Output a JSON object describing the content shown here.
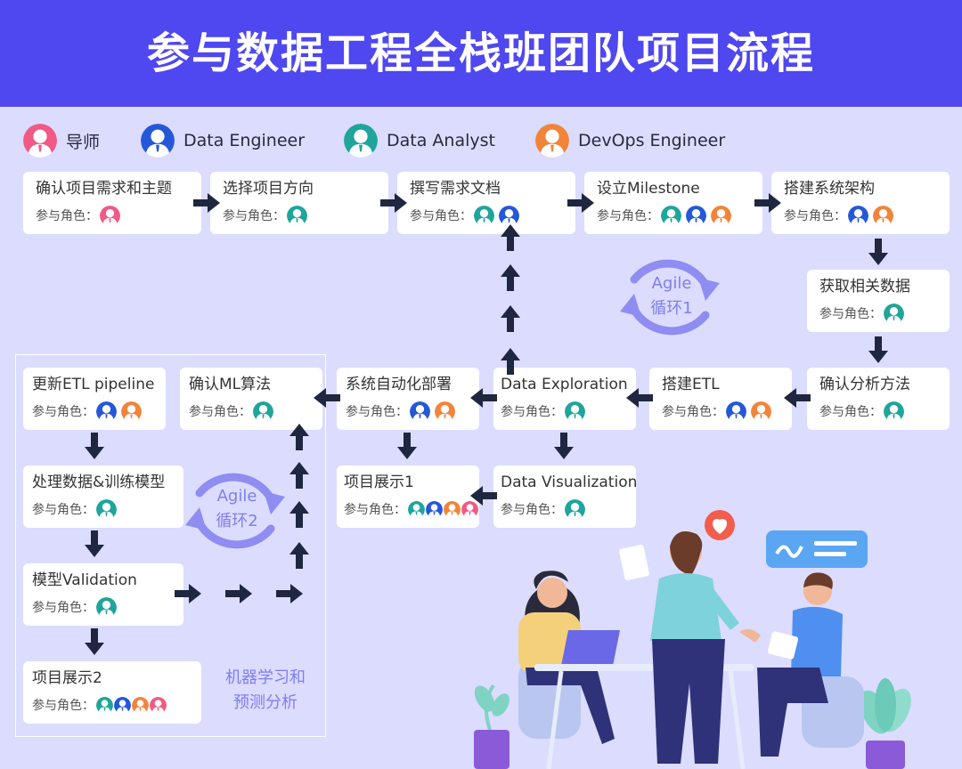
{
  "title": "参与数据工程全栈班团队项目流程",
  "legend": [
    {
      "role": "mentor",
      "label": "导师",
      "color": "#f05a85"
    },
    {
      "role": "engineer",
      "label": "Data Engineer",
      "color": "#2558d8"
    },
    {
      "role": "analyst",
      "label": "Data Analyst",
      "color": "#1fa59b"
    },
    {
      "role": "devops",
      "label": "DevOps Engineer",
      "color": "#f2843a"
    }
  ],
  "role_prefix": "参与角色：",
  "steps": {
    "s1": {
      "title": "确认项目需求和主题",
      "roles": [
        "mentor"
      ]
    },
    "s2": {
      "title": "选择项目方向",
      "roles": [
        "analyst"
      ]
    },
    "s3": {
      "title": "撰写需求文档",
      "roles": [
        "analyst",
        "engineer"
      ]
    },
    "s4": {
      "title": "设立Milestone",
      "roles": [
        "analyst",
        "engineer",
        "devops"
      ]
    },
    "s5": {
      "title": "搭建系统架构",
      "roles": [
        "engineer",
        "devops"
      ]
    },
    "s6": {
      "title": "获取相关数据",
      "roles": [
        "analyst"
      ]
    },
    "s7": {
      "title": "确认分析方法",
      "roles": [
        "analyst"
      ]
    },
    "s8": {
      "title": "搭建ETL",
      "roles": [
        "engineer",
        "devops"
      ]
    },
    "s9": {
      "title": "Data Exploration",
      "roles": [
        "analyst"
      ]
    },
    "s10": {
      "title": "系统自动化部署",
      "roles": [
        "engineer",
        "devops"
      ]
    },
    "s11": {
      "title": "确认ML算法",
      "roles": [
        "analyst"
      ]
    },
    "s12": {
      "title": "更新ETL pipeline",
      "roles": [
        "engineer",
        "devops"
      ]
    },
    "s13": {
      "title": "Data Visualization",
      "roles": [
        "analyst"
      ]
    },
    "s14": {
      "title": "项目展示1",
      "roles": [
        "analyst",
        "engineer",
        "devops",
        "mentor"
      ]
    },
    "s15": {
      "title": "处理数据&训练模型",
      "roles": [
        "analyst"
      ]
    },
    "s16": {
      "title": "模型Validation",
      "roles": [
        "analyst"
      ]
    },
    "s17": {
      "title": "项目展示2",
      "roles": [
        "analyst",
        "engineer",
        "devops",
        "mentor"
      ]
    }
  },
  "agile1": {
    "line1": "Agile",
    "line2": "循环1"
  },
  "agile2": {
    "line1": "Agile",
    "line2": "循环2"
  },
  "ml_box": {
    "line1": "机器学习和",
    "line2": "预测分析"
  },
  "colors": {
    "header": "#4f47f0",
    "background": "#dcdcff",
    "arrow": "#1f2740",
    "accent": "#7e7ef0"
  }
}
